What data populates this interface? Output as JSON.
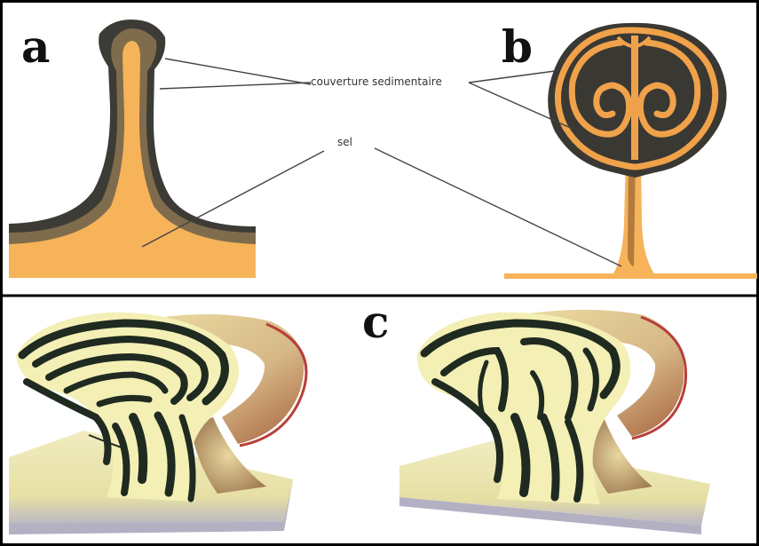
{
  "panels": {
    "a": {
      "letter": "a"
    },
    "b": {
      "letter": "b"
    },
    "c": {
      "letter": "c"
    }
  },
  "labels": {
    "cover": "couverture sedimentaire",
    "salt": "sel"
  },
  "colors": {
    "salt": "#f7b45a",
    "salt_light": "#f9c983",
    "cover_dark": "#3a3a35",
    "cover_mid": "#7a6a50",
    "cover_brown": "#9b5a2a",
    "stripe_light": "#f3efb5",
    "stripe_dark": "#1f2a20",
    "base_top": "#f1ecc0",
    "rim_red": "#c0403a",
    "frame": "#000000"
  }
}
